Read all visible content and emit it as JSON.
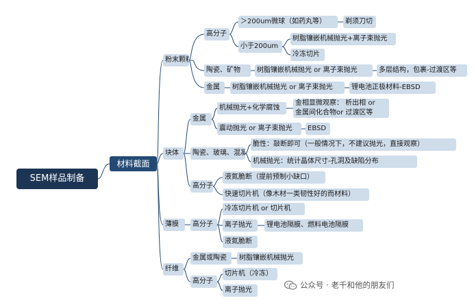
{
  "root": "SEM样品制备",
  "main": "材料截面",
  "powder": {
    "label": "粉末颗粒",
    "polymer": {
      "label": "高分子",
      "big": "＞200um微球（如药丸等）",
      "big_method": "剃须刀切",
      "small": "小于200um",
      "small_m1": "树脂镶嵌机械抛光+离子束抛光",
      "small_m2": "冷冻切片"
    },
    "ceramic": {
      "label": "陶瓷、矿物",
      "method": "树脂镶嵌机械抛光 or 离子束抛光",
      "note": "多层结构，包裹-过渡区等"
    },
    "metal": {
      "label": "金属",
      "method": "树脂镶嵌机械抛光 or 离子束抛光",
      "note": "锂电池正极材料-EBSD"
    }
  },
  "bulk": {
    "label": "块体",
    "metal": {
      "label": "金属",
      "m1": "机械抛光+化学腐蚀",
      "m1_note_line1": "金相显微观察： 析出相 or",
      "m1_note_line2": "金属间化合物or 过渡区等",
      "m2": "震动抛光 or 离子束抛光",
      "m2_note": "EBSD"
    },
    "ceramic": {
      "label": "陶瓷、玻璃、混凝土",
      "m1": "脆性：敲断即可（一般情况下，不建议抛光，直接观察）",
      "m2": "机械抛光：统计晶体尺寸-孔洞及缺陷分布"
    },
    "polymer": {
      "label": "高分子",
      "m1": "液氮脆断（提前预制小缺口）",
      "m2": "快速切片机（像木材一类韧性好的而材料）"
    }
  },
  "film": {
    "label": "薄膜",
    "polymer": {
      "label": "高分子",
      "m1": "冷冻切片机 or 切片机",
      "m2": "离子抛光",
      "m2_note": "锂电池隔膜、燃料电池隔膜",
      "m3": "液氮脆断"
    }
  },
  "fiber": {
    "label": "纤维",
    "metal": {
      "label": "金属或陶瓷",
      "method": "树脂镶嵌机械抛光"
    },
    "polymer": {
      "label": "高分子",
      "m1": "切片机（冷冻）",
      "m2": "离子抛光"
    }
  },
  "watermark": "公众号 · 老千和他的朋友们"
}
